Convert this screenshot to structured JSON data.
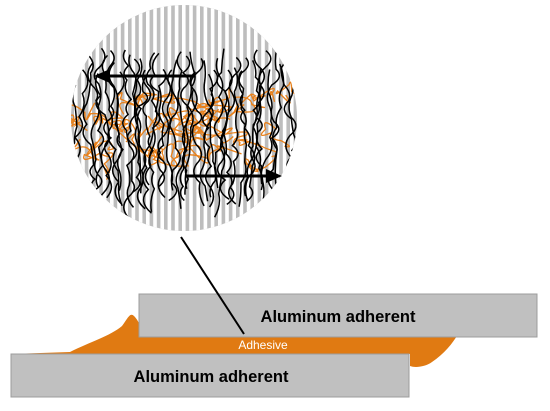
{
  "diagram": {
    "top_adherent_label": "Aluminum adherent",
    "bottom_adherent_label": "Aluminum adherent",
    "adhesive_label": "Adhesive"
  },
  "colors": {
    "adherent_fill": "#c0c0c0",
    "adherent_stroke": "#9c9c9c",
    "adhesive_fill": "#e07a12",
    "zoom_background": "#bdbdbd",
    "fiber_black": "#000000",
    "fiber_orange": "#e8801a",
    "arrow": "#000000"
  },
  "icons": {
    "left_arrow": "arrow-left-icon",
    "right_arrow": "arrow-right-icon"
  }
}
